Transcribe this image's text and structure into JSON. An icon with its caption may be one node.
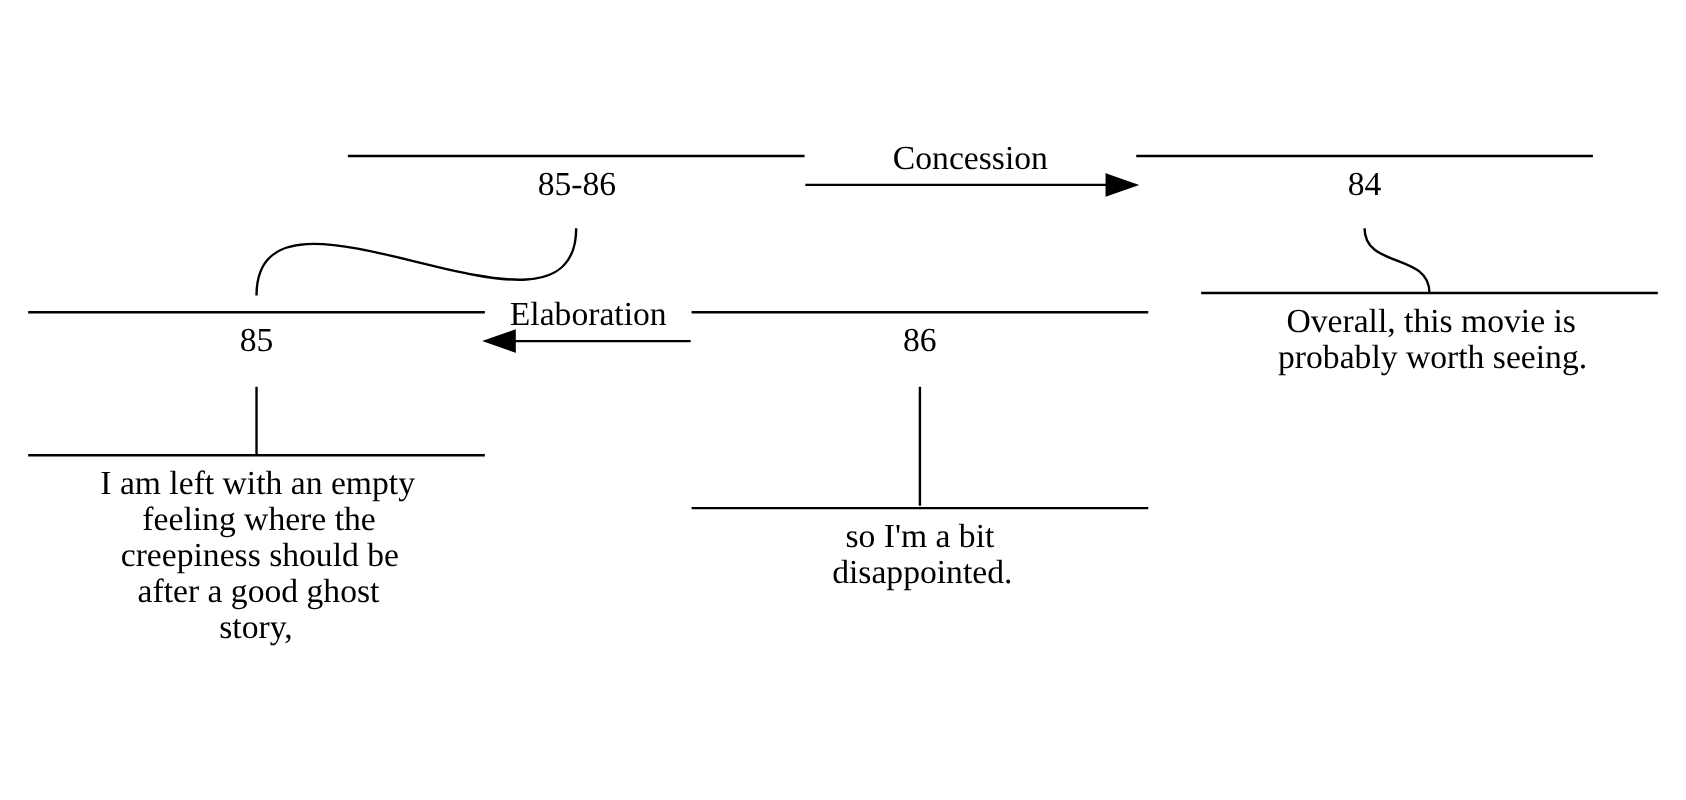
{
  "diagram": {
    "nodes": [
      {
        "text": [
          "84"
        ]
      },
      {
        "text": [
          "85-86"
        ]
      },
      {
        "text": [
          "Overall, this movie is probably worth seeing."
        ]
      },
      {
        "text": [
          "85"
        ]
      },
      {
        "text": [
          "86"
        ]
      },
      {
        "text": [
          "I am left with an empty feeling where the creepiness should be after a good ghost story,"
        ]
      },
      {
        "text": [
          "so I'm a bit disappointed."
        ]
      }
    ],
    "edges": [
      {
        "from": 1,
        "to": 0,
        "arrow": "to",
        "label": "Concession"
      },
      {
        "from": 0,
        "to": 2,
        "arrow": "none"
      },
      {
        "from": 1,
        "to": 3,
        "arrow": "none"
      },
      {
        "from": 4,
        "to": 3,
        "arrow": "to",
        "label": "Elaboration"
      },
      {
        "from": 3,
        "to": 5,
        "arrow": "none"
      },
      {
        "from": 4,
        "to": 6,
        "arrow": "none"
      }
    ]
  }
}
